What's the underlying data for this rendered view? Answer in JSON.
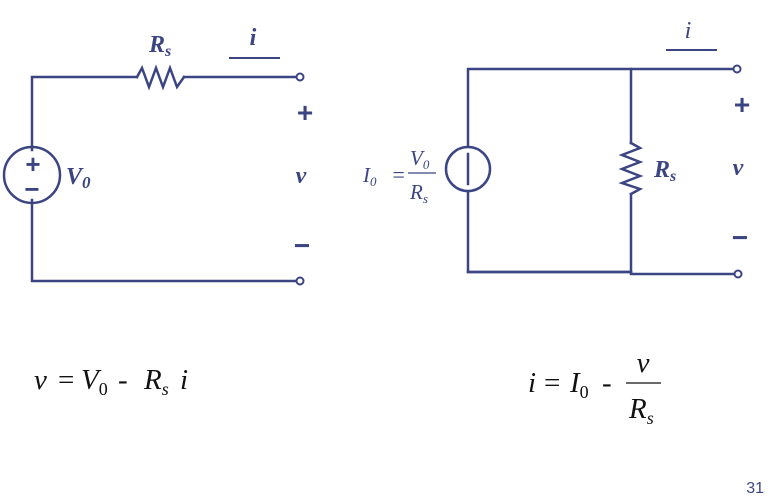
{
  "left_circuit": {
    "resistor_label": "R",
    "resistor_sub": "s",
    "current_label": "i",
    "source_label": "V",
    "source_sub": "0",
    "plus": "+",
    "minus": "−",
    "voltage_label": "v",
    "source_plus": "+",
    "source_minus": "−"
  },
  "right_circuit": {
    "current_label": "i",
    "resistor_label": "R",
    "resistor_sub": "s",
    "plus": "+",
    "minus": "−",
    "voltage_label": "v",
    "source_eq": {
      "lhs": "I",
      "lhs_sub": "0",
      "equals": "=",
      "num": "V",
      "num_sub": "0",
      "den": "R",
      "den_sub": "s"
    }
  },
  "equations": {
    "left": {
      "v": "v",
      "equals": "=",
      "V": "V",
      "V_sub": "0",
      "minus": "-",
      "R": "R",
      "R_sub": "s",
      "i": "i"
    },
    "right": {
      "i": "i",
      "equals": "=",
      "I": "I",
      "I_sub": "0",
      "minus": "-",
      "num": "v",
      "den": "R",
      "den_sub": "s"
    }
  },
  "page_number": "31"
}
